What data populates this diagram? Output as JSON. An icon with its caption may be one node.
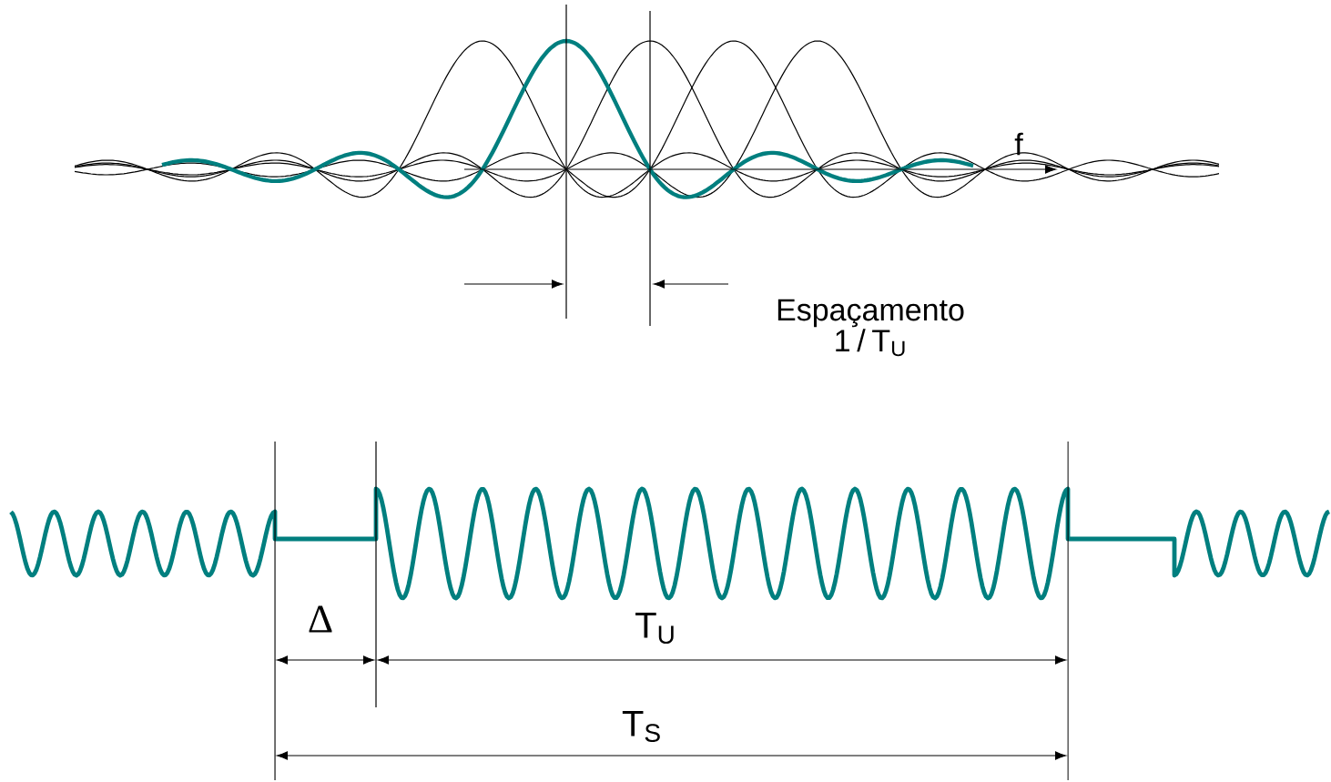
{
  "diagram": {
    "labels": [
      "f",
      "Espaçamento 1 / T$_{U}$",
      "Δ",
      "T$_{U}$",
      "T$_{S}$"
    ]
  }
}
